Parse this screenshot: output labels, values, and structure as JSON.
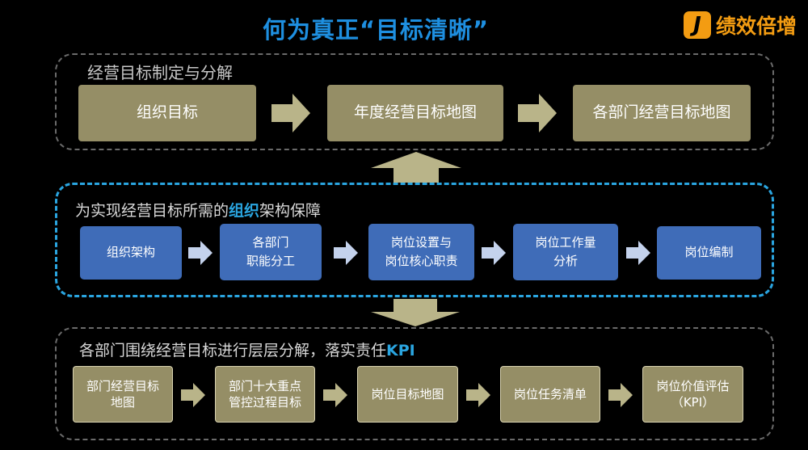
{
  "title": "何为真正“目标清晰”",
  "logo": {
    "badge": "J",
    "text": "绩效倍增"
  },
  "section1": {
    "label": "经营目标制定与分解",
    "boxes": [
      "组织目标",
      "年度经营目标地图",
      "各部门经营目标地图"
    ]
  },
  "section2": {
    "label_prefix": "为实现经营目标所需的",
    "label_highlight": "组织",
    "label_suffix": "架构保障",
    "boxes": [
      {
        "line1": "组织架构",
        "line2": ""
      },
      {
        "line1": "各部门",
        "line2": "职能分工"
      },
      {
        "line1": "岗位设置与",
        "line2": "岗位核心职责"
      },
      {
        "line1": "岗位工作量",
        "line2": "分析"
      },
      {
        "line1": "岗位编制",
        "line2": ""
      }
    ]
  },
  "section3": {
    "label_prefix": "各部门围绕经营目标进行层层分解，落实责任",
    "label_highlight": "KPI",
    "boxes": [
      {
        "line1": "部门经营目标",
        "line2": "地图"
      },
      {
        "line1": "部门十大重点",
        "line2": "管控过程目标"
      },
      {
        "line1": "岗位目标地图",
        "line2": ""
      },
      {
        "line1": "岗位任务清单",
        "line2": ""
      },
      {
        "line1": "岗位价值评估",
        "line2": "（KPI）"
      }
    ]
  },
  "colors": {
    "title": "#1e8fe0",
    "gold_box": "#958e66",
    "blue_box": "#3f6cb8",
    "dashed_blue": "#2aa5e0",
    "arrow_gold": "#b9b489",
    "arrow_light_blue": "#c4d2ec",
    "logo": "#f39c12"
  }
}
